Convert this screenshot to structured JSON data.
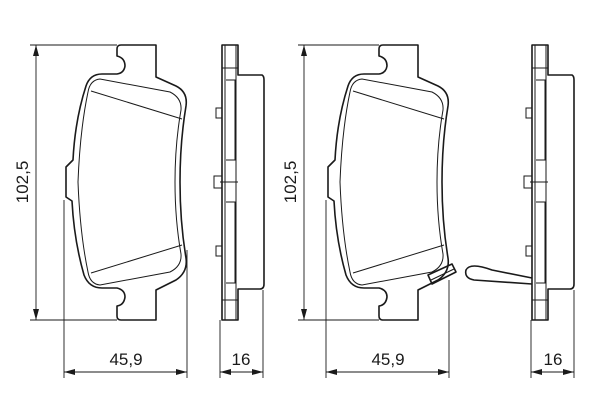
{
  "views": [
    {
      "name": "pad-front-view",
      "height_label": "102,5",
      "width_label": "45,9"
    },
    {
      "name": "pad-side-view",
      "thickness_label": "16"
    },
    {
      "name": "pad-with-sensor-front-view",
      "height_label": "102,5",
      "width_label": "45,9"
    },
    {
      "name": "pad-with-sensor-side-view",
      "thickness_label": "16"
    }
  ]
}
